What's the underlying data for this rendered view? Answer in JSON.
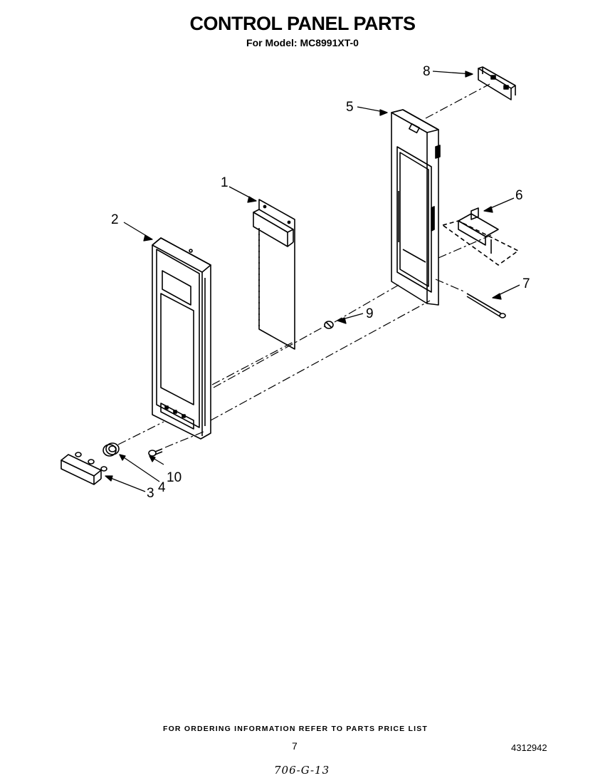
{
  "header": {
    "title": "CONTROL PANEL PARTS",
    "model_line": "For Model: MC8991XT-0"
  },
  "callouts": {
    "c1": "1",
    "c2": "2",
    "c3": "3",
    "c4": "4",
    "c5": "5",
    "c6": "6",
    "c7": "7",
    "c8": "8",
    "c9": "9",
    "c10": "10"
  },
  "footer": {
    "ordering_note": "FOR ORDERING INFORMATION REFER TO PARTS PRICE LIST",
    "page_number": "7",
    "document_number": "4312942",
    "handwritten_note": "706-G-13"
  }
}
